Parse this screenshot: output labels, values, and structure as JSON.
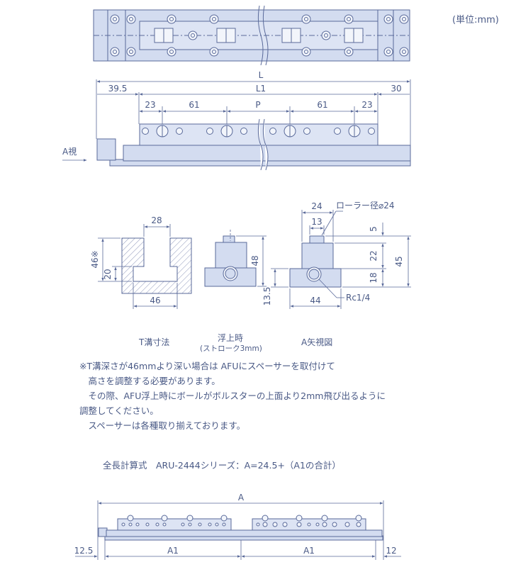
{
  "unit_note": "(単位:mm)",
  "side_view": {
    "L": "L",
    "L1": "L1",
    "P": "P",
    "left_end": "39.5",
    "right_end": "30",
    "d23_left": "23",
    "d61_left": "61",
    "d61_right": "61",
    "d23_right": "23",
    "a_view": "A視"
  },
  "section": {
    "t_groove": {
      "width_top": "28",
      "depth": "46※",
      "inner": "20",
      "width_bottom": "46",
      "caption": "T溝寸法"
    },
    "float": {
      "height": "48",
      "caption": "浮上時",
      "caption_sub": "(ストローク3mm)"
    },
    "a_view": {
      "w24": "24",
      "w13": "13",
      "roller": "ローラー径⌀24",
      "h5": "5",
      "h22": "22",
      "h18": "18",
      "h45": "45",
      "h13_5": "13.5",
      "w44": "44",
      "rc": "Rc1/4",
      "caption": "A矢視図"
    }
  },
  "notes": [
    "※T溝深さが46mmより深い場合は AFUにスペーサーを取付けて",
    "　高さを調整する必要があります。",
    "　その際、AFU浮上時にボールがボルスターの上面より2mm飛び出るように",
    "調整してください。",
    "　スペーサーは各種取り揃えております。"
  ],
  "formula": "全長計算式　ARU-2444シリーズ：A=24.5+（A1の合計）",
  "bottom_view": {
    "A": "A",
    "A1_left": "A1",
    "A1_right": "A1",
    "left": "12.5",
    "right": "12"
  },
  "colors": {
    "fill": "#d3dcf0",
    "stroke": "#5a6a9a",
    "text": "#4a5a86",
    "hatch": "#8a94b8"
  }
}
